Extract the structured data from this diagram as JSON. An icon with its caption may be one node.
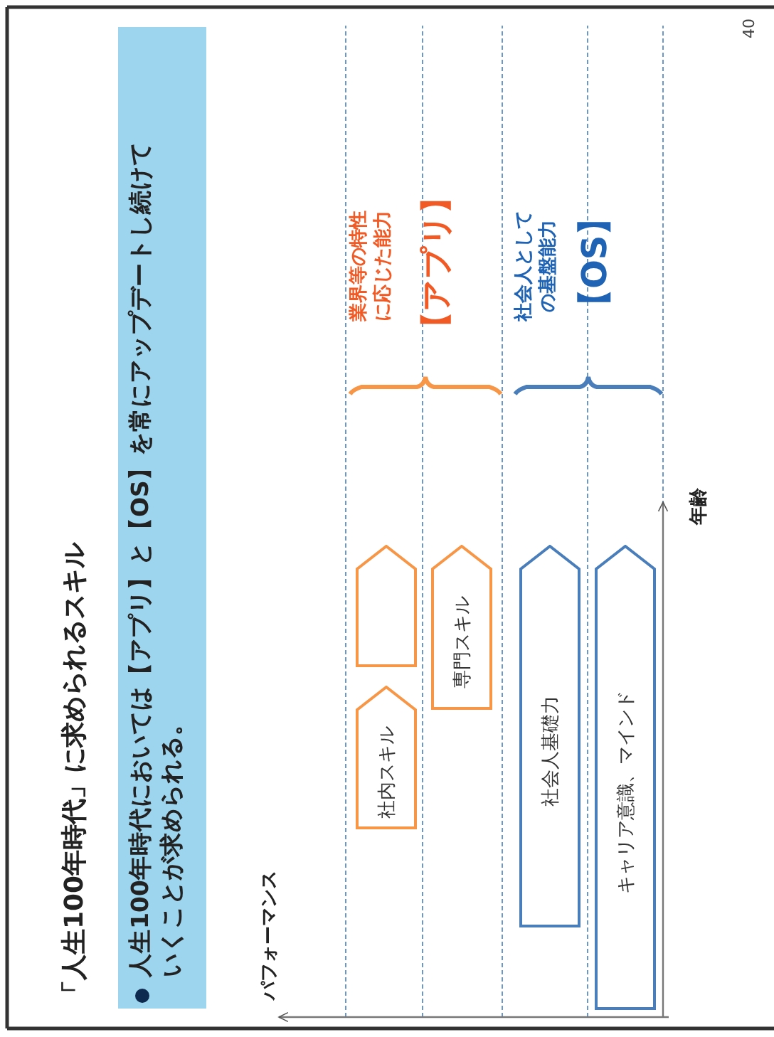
{
  "diagram": {
    "title": "「人生100年時代」に求められるスキル",
    "nodes": [
      {
        "text": [
          "社内スキル"
        ]
      },
      {
        "text": [],
        "shape": "pentagon"
      },
      {
        "text": [
          "専門スキル"
        ]
      },
      {
        "text": [
          "社会人基礎力"
        ]
      },
      {
        "text": [
          "キャリア意識、マインド"
        ]
      }
    ],
    "labels": [
      "人生100年時代においては【アプリ】と【OS】を常にアップデートし続けていくことが求められる。",
      "パフォーマンス",
      "年齢",
      "業界等の特性に応じた能力",
      "【アプリ】",
      "社会人としての基盤能力",
      "【OS】",
      "40"
    ]
  }
}
